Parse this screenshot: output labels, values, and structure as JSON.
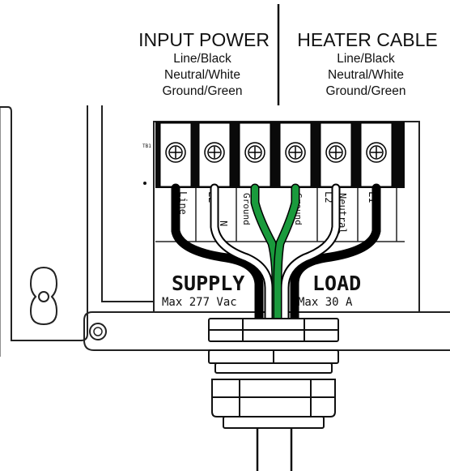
{
  "input_power": {
    "title": "INPUT POWER",
    "lines": [
      "Line/Black",
      "Neutral/White",
      "Ground/Green"
    ]
  },
  "heater_cable": {
    "title": "HEATER CABLE",
    "lines": [
      "Line/Black",
      "Neutral/White",
      "Ground/Green"
    ]
  },
  "terminal_block": {
    "label": "TB1",
    "slot_labels": [
      "Line",
      "L2",
      "N",
      "Ground",
      "Ground",
      "L2",
      "Neutral",
      "L1"
    ]
  },
  "supply": {
    "label": "SUPPLY",
    "rating": "Max 277 Vac"
  },
  "load": {
    "label": "LOAD",
    "rating": "Max 30 A"
  },
  "wire_colors": {
    "line": "#000000",
    "neutral": "#ffffff",
    "ground": "#1a9a3c"
  }
}
